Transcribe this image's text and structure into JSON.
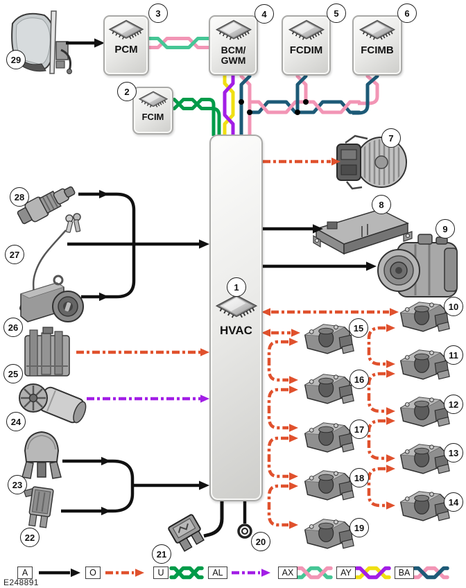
{
  "figure_code": "E248891",
  "modules": {
    "hvac": {
      "label": "HVAC",
      "callout": "1"
    },
    "fcim": {
      "label": "FCIM",
      "callout": "2"
    },
    "pcm": {
      "label": "PCM",
      "callout": "3"
    },
    "bcm_gwm": {
      "label": "BCM/GWM",
      "line1": "BCM/",
      "line2": "GWM",
      "callout": "4"
    },
    "fcdim": {
      "label": "FCDIM",
      "callout": "5"
    },
    "fcimb": {
      "label": "FCIMB",
      "callout": "6"
    }
  },
  "callouts": {
    "c1": "1",
    "c2": "2",
    "c3": "3",
    "c4": "4",
    "c5": "5",
    "c6": "6",
    "c7": "7",
    "c8": "8",
    "c9": "9",
    "c10": "10",
    "c11": "11",
    "c12": "12",
    "c13": "13",
    "c14": "14",
    "c15": "15",
    "c16": "16",
    "c17": "17",
    "c18": "18",
    "c19": "19",
    "c20": "20",
    "c21": "21",
    "c22": "22",
    "c23": "23",
    "c24": "24",
    "c25": "25",
    "c26": "26",
    "c27": "27",
    "c28": "28",
    "c29": "29"
  },
  "legend": [
    {
      "code": "A",
      "style": "solid-arrow",
      "color": "black"
    },
    {
      "code": "O",
      "style": "dash-dot-arrow",
      "color": "orange"
    },
    {
      "code": "U",
      "style": "twisted-pair",
      "colors": [
        "green",
        "green"
      ]
    },
    {
      "code": "AL",
      "style": "dash-dot-arrow",
      "color": "purple"
    },
    {
      "code": "AX",
      "style": "twisted-pair",
      "colors": [
        "pink",
        "mint-green"
      ]
    },
    {
      "code": "AY",
      "style": "twisted-pair",
      "colors": [
        "purple",
        "yellow"
      ]
    },
    {
      "code": "BA",
      "style": "twisted-pair",
      "colors": [
        "pink",
        "dark-blue"
      ]
    }
  ],
  "colors": {
    "black": "#111111",
    "orange": "#e0512d",
    "purple": "#a21ee6",
    "green": "#009b49",
    "mint": "#45c695",
    "pink": "#f295b5",
    "yellow": "#f0df13",
    "blue": "#1d5a77"
  }
}
